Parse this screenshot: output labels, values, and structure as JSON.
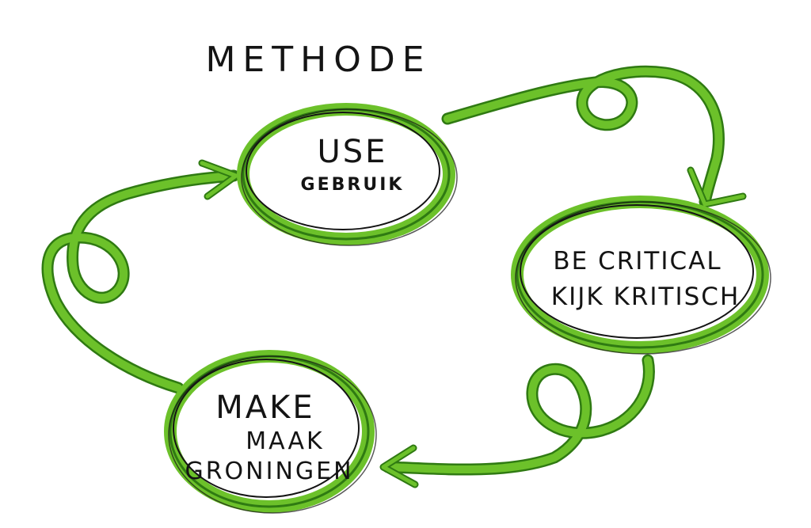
{
  "title": "METHODE",
  "nodes": {
    "use": {
      "label": "USE",
      "sublabel": "GEBRUIK"
    },
    "critical": {
      "label": "BE CRITICAL",
      "sublabel": "KIJK KRITISCH"
    },
    "make": {
      "label": "MAKE",
      "sublabel": "MAAK",
      "sublabel2": "GRONINGEN"
    }
  },
  "colors": {
    "ink": "#141414",
    "green": "#6cc12a",
    "green_dark": "#2f7a12",
    "paper": "#ffffff"
  }
}
